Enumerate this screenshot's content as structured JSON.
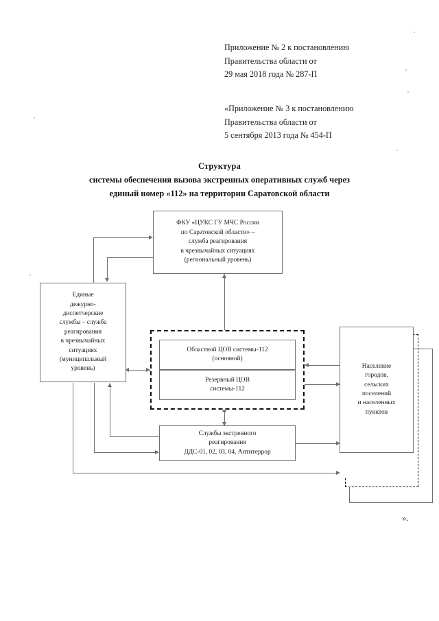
{
  "document": {
    "header_blocks": [
      {
        "name": "appendix-2",
        "lines": [
          "Приложение № 2 к постановлению",
          "Правительства области от",
          "29 мая 2018 года № 287-П"
        ]
      },
      {
        "name": "appendix-3",
        "lines": [
          "«Приложение № 3 к постановлению",
          "Правительства области от",
          "5 сентября 2013 года № 454-П"
        ]
      }
    ],
    "title": {
      "line_1": "Структура",
      "line_2": "системы обеспечения вызова экстренных оперативных служб через",
      "line_3": "единый номер «112» на территории Саратовской области"
    },
    "closing_quote": "»."
  },
  "diagram": {
    "nodes": {
      "cuks": {
        "lines": [
          "ФКУ «ЦУКС ГУ МЧС России",
          "по Саратовской области» –",
          "служба реагирования",
          "в чрезвычайных ситуациях",
          "(региональный уровень)"
        ]
      },
      "eddc": {
        "lines": [
          "Единые",
          "дежурно-",
          "диспетчерские",
          "службы – служба",
          "реагирования",
          "в чрезвычайных",
          "ситуациях",
          "(муниципальный",
          "уровень)"
        ]
      },
      "cov_main": {
        "lines": [
          "Областной ЦОВ системы-112",
          "(основной)"
        ]
      },
      "cov_reserve": {
        "lines": [
          "Резервный ЦОВ",
          "системы-112"
        ]
      },
      "dds": {
        "lines": [
          "Службы экстренного",
          "реагирования",
          "ДДС-01, 02, 03, 04, Антитеррор"
        ]
      },
      "population": {
        "lines": [
          "Население",
          "городов,",
          "сельских",
          "поселений",
          "и населенных",
          "пунктов"
        ]
      }
    },
    "colors": {
      "line": "#6f6f6f",
      "dashed_group_border": "#111111",
      "text": "#1d1d1d",
      "paper": "#ffffff"
    }
  }
}
